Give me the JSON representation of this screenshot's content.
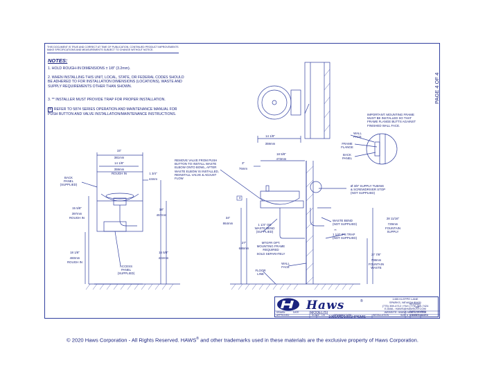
{
  "disclaimer": "THIS DOCUMENT IS TRUE AND CORRECT AT TIME OF PUBLICATION. CONTINUED PRODUCT IMPROVEMENTS MAKE SPECIFICATIONS AND MEASUREMENTS SUBJECT TO CHANGE WITHOUT NOTICE.",
  "notes": {
    "title": "NOTES:",
    "items": [
      "1. HOLD ROUGH-IN DIMENSIONS ± 1/8\" (3.2mm).",
      "2. WHEN INSTALLING THIS UNIT, LOCAL, STATE, OR FEDERAL CODES SHOULD BE ADHERED TO FOR INSTALLATION DIMENSIONS (LOCATIONS), WASTE AND SUPPLY REQUIREMENTS OTHER THAN SHOWN.",
      "3. ** INSTALLER MUST PROVIDE TRAP FOR PROPER INSTALLATION.",
      "REFER TO 5874 SERIES OPERATION AND MAINTENANCE MANUAL FOR PUSH BUTTON AND VALVE INSTALLATION/MAINTENANCE INSTRUCTIONS."
    ],
    "note4_num": "4"
  },
  "page_label": "PAGE 4 OF 4",
  "front_view": {
    "dim_width_in": "15\"",
    "dim_width_mm": "381mm",
    "dim_roughin_in": "14 1/8\"",
    "dim_roughin_mm": "359mm",
    "dim_roughin_lbl": "ROUGH IN",
    "dim_side_in": "1 3/4\"",
    "dim_side_mm": "44mm",
    "back_panel": "BACK\nPANEL\n(SUPPLIED)",
    "dim_1558_in": "15 5/8\"",
    "dim_1558_mm": "397mm",
    "dim_1558_lbl": "ROUGH IN",
    "dim_18_in": "18\"",
    "dim_18_mm": "457mm",
    "dim_1818_in": "18 1/8\"",
    "dim_1818_mm": "460mm",
    "dim_1818_lbl": "ROUGH IN",
    "dim_1658_in": "16 5/8\"",
    "dim_1658_mm": "422mm",
    "access_panel": "ACCESS\nPANEL\n(SUPPLIED)"
  },
  "side_view": {
    "remove_valve": "REMOVE VALVE FROM PUSH\nBUTTON TO INSTALL WASTE\nELBOW ONTO BOWL, AFTER\nWASTE ELBOW IS INSTALLED,\nREINSTALL VALVE & ADJUST\nFLOW",
    "dim_3_in": "3\"",
    "dim_3_mm": "76mm",
    "dim_1858_in": "18 5/8\"",
    "dim_1858_mm": "473mm",
    "dim_1418_in": "14 1/8\"",
    "dim_1418_mm": "359mm",
    "important": "IMPORTANT: MOUNTING FRAME\nMUST BE INSTALLED SO THAT\nFRAME FLANGE BUTTS AGAINST\nFINISHED WALL FACE.",
    "wall_face_detail": "WALL\nFACE",
    "frame_flange": "FRAME\nFLANGE",
    "back_panel_detail": "BACK\nPANEL",
    "supply_tubing": "Ø 3/8\" SUPPLY TUBING\n& SCREWDRIVER STOP\n(NOT SUPPLIED)",
    "note4_tag": "4",
    "dim_34_in": "34\"",
    "dim_34_mm": "864mm",
    "waste_bend_od": "1 1/4\" OD\nWASTE BEND\n(SUPPLIED)",
    "waste_bend_ns": "WASTE BEND\n(NOT SUPPLIED)",
    "trap": "1 1/4\" IPS TRAP\n(NOT SUPPLIED)",
    "trap_stars": "**",
    "dim_2811_in": "28 11/16\"",
    "dim_2811_mm": "729mm",
    "dim_2811_lbl": "FOUNTAIN\nSUPPLY",
    "dim_27_in": "27\"",
    "dim_27_mm": "686mm",
    "mtgfr": "MTGFR OPT.\nMOUNTING FRAME\nREQUIRED\nSOLD SEPARATELY",
    "dim_2778_in": "27 7/8\"",
    "dim_2778_mm": "708mm",
    "dim_2778_lbl": "FOUNTAIN\nWASTE",
    "wall_face": "WALL\nFACE",
    "floor_line": "FLOOR\nLINE"
  },
  "title_block": {
    "brand": "Haws",
    "reg_mark": "®",
    "address": "1455 KLEPPE LANE\nSPARKS, NEVADA 89431\n(775) 359-4712 / FAX (775) 359-7424\nE-MAIL: HAWS@HAWSCO.COM\nWEBSITE: WWW.HAWSCO.COM",
    "model_label": "MODEL(S)",
    "model_value": "1001MS/1001HPSMS",
    "part_number_label": "PART NUMBER",
    "part_number": "0002076510.D",
    "revision_label": "REVISION",
    "revision": "10",
    "sheet": "SHEET",
    "sheet_of": "4  OF  4",
    "scale_label": "SCALE",
    "scale": "1:6",
    "drawing_type_label": "DRAWING TYPE",
    "drawing_type": "INSTALLATION",
    "size_label": "SIZE",
    "size": "A",
    "drawn_label": "DRAWN",
    "approved_label": "APPROVED",
    "date_label": "DATE"
  },
  "copyright": {
    "text_before": "© 2020 Haws Corporation - All Rights Reserved.  HAWS",
    "reg": "®",
    "text_after": "and other trademarks used in these materials are the exclusive property of Haws Corporation."
  }
}
